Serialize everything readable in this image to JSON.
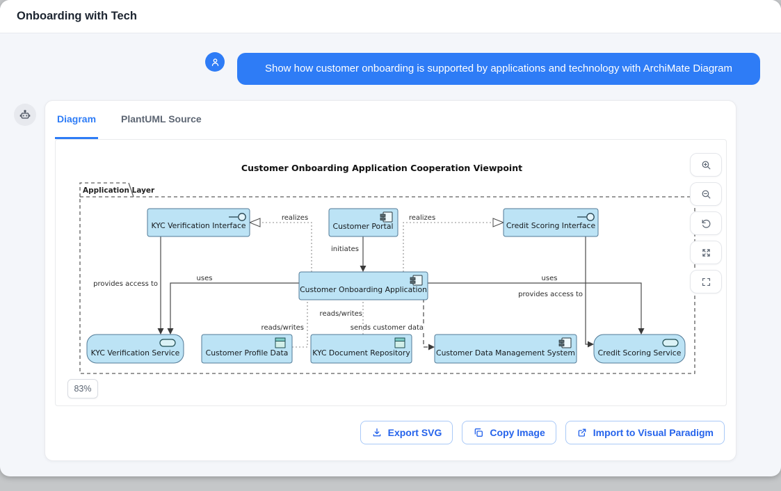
{
  "window": {
    "title": "Onboarding with Tech"
  },
  "chat": {
    "user_message": "Show how customer onboarding is supported by applications and technology with ArchiMate Diagram"
  },
  "tabs": [
    {
      "label": "Diagram",
      "active": true
    },
    {
      "label": "PlantUML Source",
      "active": false
    }
  ],
  "viewer": {
    "zoom_level": "83%",
    "controls": [
      {
        "name": "zoom-in"
      },
      {
        "name": "zoom-out"
      },
      {
        "name": "reset-view"
      },
      {
        "name": "expand"
      },
      {
        "name": "fullscreen"
      }
    ]
  },
  "actions": [
    {
      "label": "Export SVG",
      "icon": "download-icon"
    },
    {
      "label": "Copy Image",
      "icon": "copy-icon"
    },
    {
      "label": "Import to Visual Paradigm",
      "icon": "external-link-icon"
    }
  ],
  "diagram": {
    "title": "Customer Onboarding Application Cooperation Viewpoint",
    "boundary_label": "Application Layer",
    "elements": [
      {
        "label": "KYC Verification Interface",
        "type": "application-interface"
      },
      {
        "label": "Customer Portal",
        "type": "application-component"
      },
      {
        "label": "Credit Scoring Interface",
        "type": "application-interface"
      },
      {
        "label": "Customer Onboarding Application",
        "type": "application-component"
      },
      {
        "label": "KYC Verification Service",
        "type": "application-service"
      },
      {
        "label": "Customer Profile Data",
        "type": "data-object"
      },
      {
        "label": "KYC Document Repository",
        "type": "data-object"
      },
      {
        "label": "Customer Data Management System",
        "type": "application-component"
      },
      {
        "label": "Credit Scoring Service",
        "type": "application-service"
      }
    ],
    "relationships": [
      {
        "from": "Customer Onboarding Application",
        "to": "KYC Verification Interface",
        "label": "realizes",
        "type": "realization"
      },
      {
        "from": "Customer Onboarding Application",
        "to": "Credit Scoring Interface",
        "label": "realizes",
        "type": "realization"
      },
      {
        "from": "Customer Portal",
        "to": "Customer Onboarding Application",
        "label": "initiates",
        "type": "triggering"
      },
      {
        "from": "KYC Verification Interface",
        "to": "KYC Verification Service",
        "label": "provides access to",
        "type": "serving"
      },
      {
        "from": "Customer Onboarding Application",
        "to": "KYC Verification Service",
        "label": "uses",
        "type": "serving"
      },
      {
        "from": "Customer Onboarding Application",
        "to": "Credit Scoring Service",
        "label": "uses",
        "type": "serving"
      },
      {
        "from": "Credit Scoring Interface",
        "to": "Credit Scoring Service",
        "label": "provides access to",
        "type": "serving"
      },
      {
        "from": "Customer Onboarding Application",
        "to": "Customer Profile Data",
        "label": "reads/writes",
        "type": "access"
      },
      {
        "from": "Customer Onboarding Application",
        "to": "KYC Document Repository",
        "label": "reads/writes",
        "type": "access"
      },
      {
        "from": "Customer Onboarding Application",
        "to": "Customer Data Management System",
        "label": "sends customer data",
        "type": "flow"
      }
    ]
  },
  "colors": {
    "accent": "#2E7CF6",
    "node_fill": "#BCE3F5",
    "node_border": "#527A96",
    "action_text": "#2563EB",
    "action_border": "#A9C9F7"
  }
}
